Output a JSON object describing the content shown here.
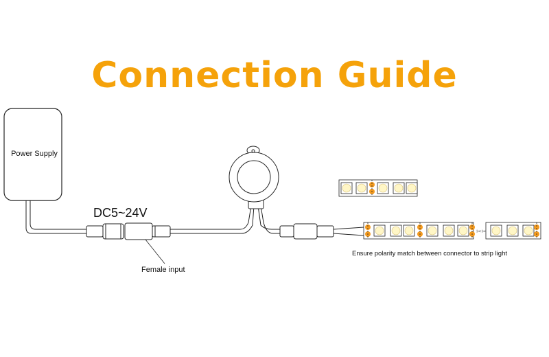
{
  "title": "Connection Guide",
  "power_supply_label": "Power Supply",
  "voltage_label": "DC5~24V",
  "female_input_label": "Female input",
  "polarity_note": "Ensure polarity match between connector to strip light",
  "strip_cut_marks": "✂✂",
  "colors": {
    "title": "#f5a20a",
    "pad": "#f39a1e",
    "led": "#fff6c6",
    "outline": "#222222"
  },
  "icons": {
    "power_supply": "power-supply-icon",
    "sensor": "motion-sensor-icon",
    "dc_plug": "dc-plug-icon",
    "dc_jack": "dc-jack-icon",
    "led_strip": "led-strip-icon"
  }
}
